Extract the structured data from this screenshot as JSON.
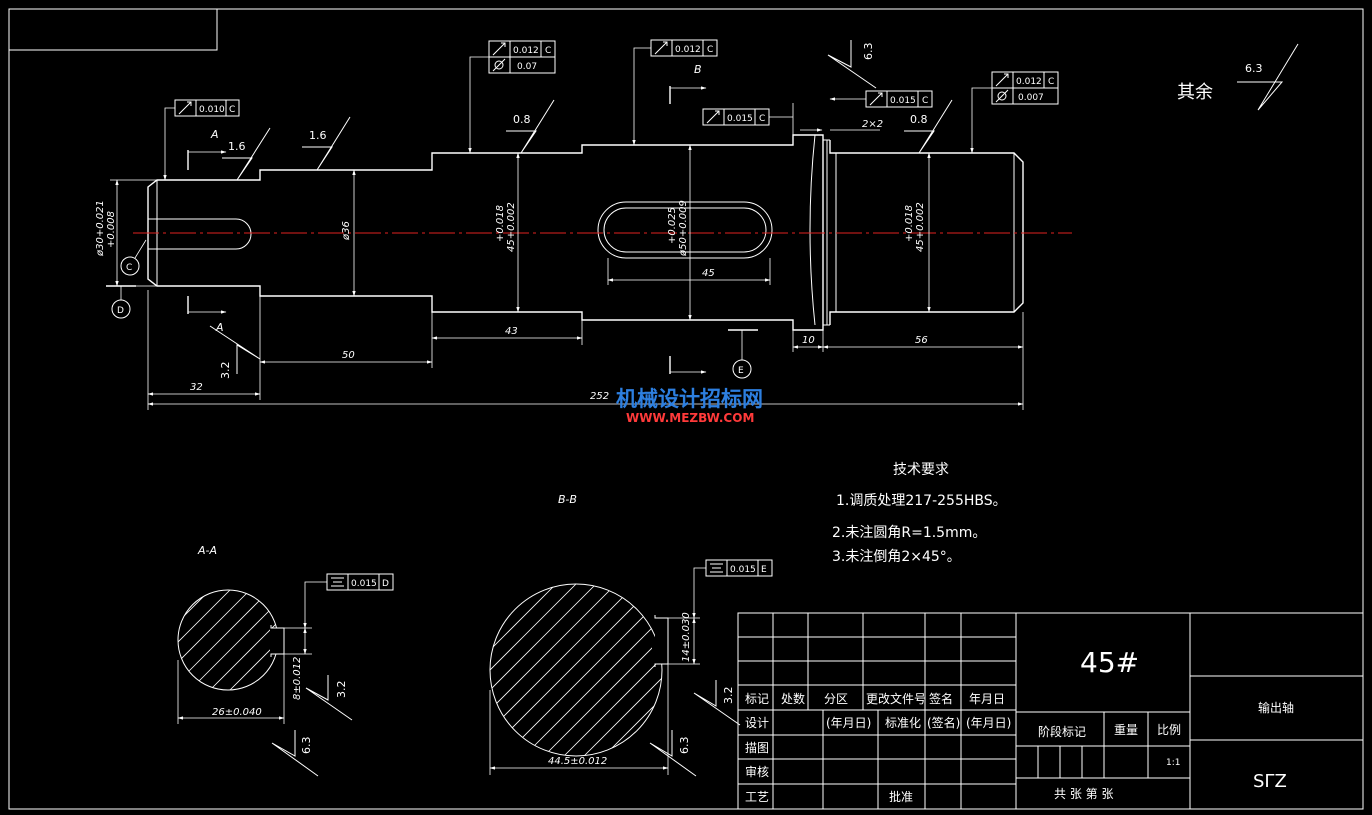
{
  "drawing": {
    "remainder_label": "其余",
    "remainder_roughness": "6.3",
    "roughness": {
      "r_a": "1.6",
      "r_b": "1.6",
      "r_c": "0.8",
      "r_d": "0.8",
      "r_e": "6.3",
      "r_f": "3.2",
      "r_aa1": "3.2",
      "r_aa2": "6.3",
      "r_bb1": "3.2",
      "r_bb2": "6.3"
    },
    "tolerances": {
      "t1": {
        "value": "0.010",
        "datum": "C"
      },
      "t2": {
        "value": "0.012",
        "datum": "C",
        "value2": "0.07"
      },
      "t3": {
        "value": "0.012",
        "datum": "C"
      },
      "t4": {
        "value": "0.015",
        "datum": "C"
      },
      "t5": {
        "value": "0.015",
        "datum": "C"
      },
      "t6": {
        "value": "0.012",
        "datum": "C",
        "value2": "0.007"
      },
      "t7": {
        "value": "0.015",
        "datum": "D"
      },
      "t8": {
        "value": "0.015",
        "datum": "E"
      }
    },
    "dims": {
      "d_phi30": "ø30+0.021",
      "d_phi30b": "+0.008",
      "d_phi36": "ø36",
      "d_45a_up": "+0.018",
      "d_45a": "45+0.002",
      "d_phi50_up": "+0.025",
      "d_phi50": "ø50+0.009",
      "d_45b_up": "+0.018",
      "d_45b": "45+0.002",
      "d_45key": "45",
      "d_2x2": "2×2",
      "d_32": "32",
      "d_50": "50",
      "d_43": "43",
      "d_10": "10",
      "d_56": "56",
      "d_252": "252",
      "d_aa_w": "26±0.040",
      "d_aa_h": "8±0.012",
      "d_bb_w": "44.5±0.012",
      "d_bb_h": "14±0.030"
    },
    "labels": {
      "sec_a_top": "A",
      "sec_a_bot": "A",
      "sec_b": "B",
      "datum_c": "C",
      "datum_d": "D",
      "datum_e": "E",
      "view_aa": "A-A",
      "view_bb": "B-B"
    },
    "tech_req": {
      "title": "技术要求",
      "items": [
        "1.调质处理217-255HBS。",
        "2.未注圆角R=1.5mm。",
        "3.未注倒角2×45°。"
      ]
    },
    "watermark": {
      "line1": "机械设计招标网",
      "line2": "WWW.MEZBW.COM"
    }
  },
  "title_block": {
    "material": "45#",
    "part_name": "输出轴",
    "drawing_no": "SΓZ",
    "row_header": [
      "标记",
      "处数",
      "分区",
      "更改文件号",
      "签名",
      "年月日"
    ],
    "row_design": [
      "设计",
      "(年月日)",
      "标准化",
      "(签名)",
      "(年月日)"
    ],
    "row_labels": [
      "描图",
      "审核",
      "工艺"
    ],
    "approve": "批准",
    "stage_mark": "阶段标记",
    "weight": "重量",
    "scale_label": "比例",
    "scale_value": "1:1",
    "sheets": "共    张    第    张"
  },
  "colors": {
    "background": "#000000",
    "lines": "#ffffff",
    "center_line": "#e0221f"
  }
}
